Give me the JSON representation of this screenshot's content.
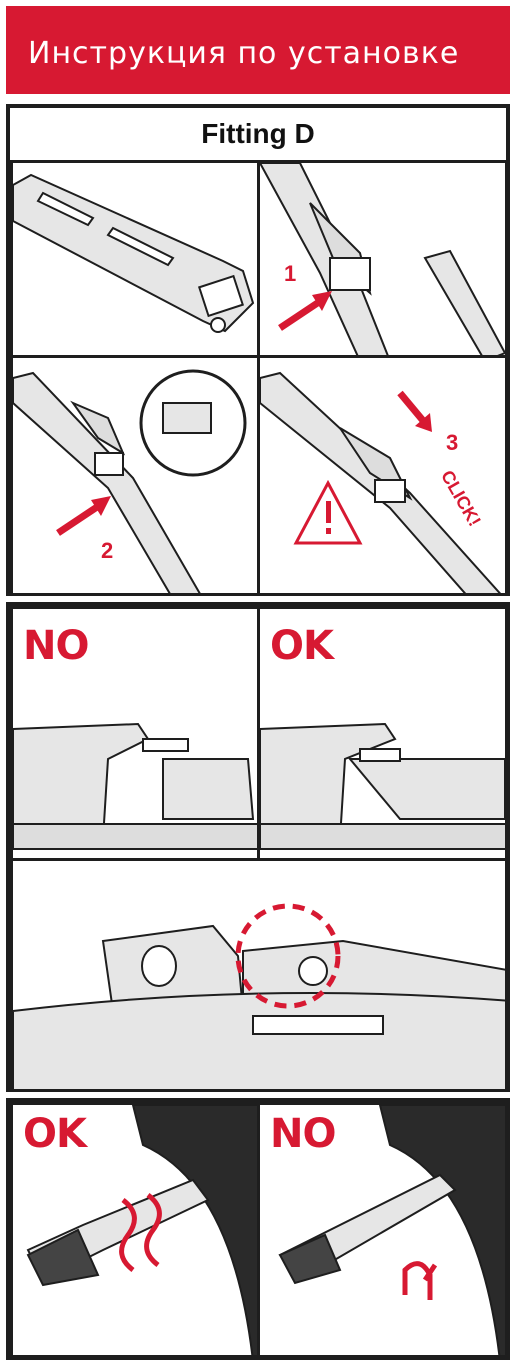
{
  "header": {
    "title": "Инструкция по установке"
  },
  "fitting": {
    "title": "Fitting D",
    "steps": {
      "one": "1",
      "two": "2",
      "three": "3"
    },
    "click_label": "CLICK!"
  },
  "comparison_top": {
    "left_label": "NO",
    "right_label": "OK"
  },
  "comparison_bottom": {
    "left_label": "OK",
    "right_label": "NO"
  },
  "colors": {
    "accent": "#d71932",
    "line": "#1e1e1e",
    "fill": "#e6e6e6"
  }
}
